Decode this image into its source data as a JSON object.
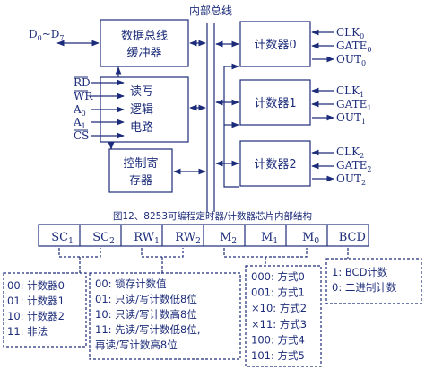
{
  "bus_label": "内部总线",
  "data_buffer": {
    "pin": "D",
    "pin_sub_start": "0",
    "pin_sep": "~",
    "pin_sub_end": "7",
    "line1": "数据总线",
    "line2": "缓冲器"
  },
  "rw_logic": {
    "line1": "读写",
    "line2": "逻辑",
    "line3": "电路",
    "pins": [
      {
        "main": "RD",
        "sub": "",
        "overline": true
      },
      {
        "main": "WR",
        "sub": "",
        "overline": true
      },
      {
        "main": "A",
        "sub": "0",
        "overline": false
      },
      {
        "main": "A",
        "sub": "1",
        "overline": false
      },
      {
        "main": "CS",
        "sub": "",
        "overline": true
      }
    ]
  },
  "control_register": {
    "line1": "控制寄",
    "line2": "存器"
  },
  "counters": [
    {
      "label": "计数器0",
      "clk": "CLK",
      "gate": "GATE",
      "out": "OUT",
      "sub": "0"
    },
    {
      "label": "计数器1",
      "clk": "CLK",
      "gate": "GATE",
      "out": "OUT",
      "sub": "1"
    },
    {
      "label": "计数器2",
      "clk": "CLK",
      "gate": "GATE",
      "out": "OUT",
      "sub": "2"
    }
  ],
  "caption": "图12、8253可编程定时器/计数器芯片内部结构",
  "control_word": [
    {
      "main": "SC",
      "sub": "1"
    },
    {
      "main": "SC",
      "sub": "2"
    },
    {
      "main": "RW",
      "sub": "1"
    },
    {
      "main": "RW",
      "sub": "2"
    },
    {
      "main": "M",
      "sub": "2"
    },
    {
      "main": "M",
      "sub": "1"
    },
    {
      "main": "M",
      "sub": "0"
    },
    {
      "main": "BCD",
      "sub": ""
    }
  ],
  "sc_table": [
    "00: 计数器0",
    "01: 计数器1",
    "10: 计数器2",
    "11: 非法"
  ],
  "rw_table": [
    "00: 锁存计数值",
    "01: 只读/写计数低8位",
    "10: 只读/写计数高8位",
    "11: 先读/写计数低8位,",
    "     再读/写计数高8位"
  ],
  "mode_table": [
    "000: 方式0",
    "001: 方式1",
    "×10: 方式2",
    "×11: 方式3",
    "100: 方式4",
    "101: 方式5"
  ],
  "bcd_table": [
    "1: BCD计数",
    "0: 二进制计数"
  ]
}
